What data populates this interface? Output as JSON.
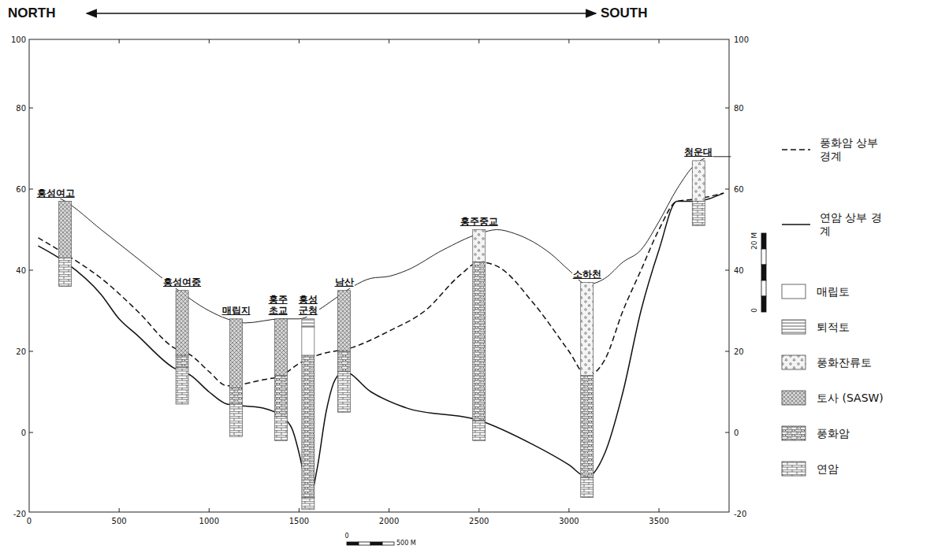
{
  "diagram": {
    "nodes": [
      {
        "text": [
          "흥성여고"
        ]
      },
      {
        "text": [
          "흥성여중"
        ]
      },
      {
        "text": [
          "매립지"
        ]
      },
      {
        "text": [
          "홍주 초교"
        ]
      },
      {
        "text": [
          "흥성 군청"
        ]
      },
      {
        "text": [
          "남산"
        ]
      },
      {
        "text": [
          "홍주중교"
        ]
      },
      {
        "text": [
          "소하천"
        ]
      },
      {
        "text": [
          "청운대"
        ]
      }
    ],
    "labels": [
      "NORTH",
      "SOUTH",
      "100",
      "80",
      "60",
      "40",
      "20",
      "0",
      "-20",
      "100",
      "80",
      "60",
      "40",
      "20",
      "0",
      "-20",
      "0",
      "500",
      "1000",
      "1500",
      "2000",
      "2500",
      "3000",
      "3500",
      "20 M",
      "0",
      "0",
      "500 M"
    ],
    "legend": [
      {
        "text": "풍화암 상부 경계"
      },
      {
        "text": "연암 상부 경계"
      },
      {
        "text": "매립토"
      },
      {
        "text": "퇴적토"
      },
      {
        "text": "풍화잔류토"
      },
      {
        "text": "토사 (SASW)"
      },
      {
        "text": "풍화암"
      },
      {
        "text": "연암"
      }
    ]
  }
}
